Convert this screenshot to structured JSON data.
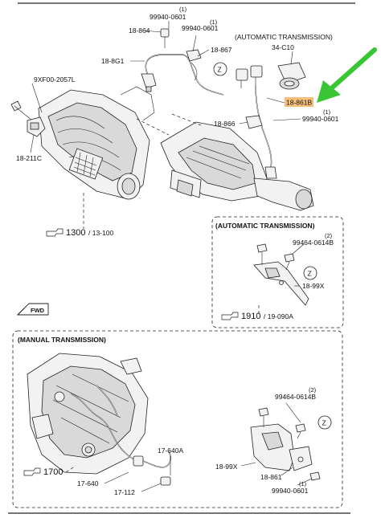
{
  "labels": {
    "p18864": "18-864",
    "p99940_a": "99940-0601",
    "q1_a": "(1)",
    "p99940_b": "99940-0601",
    "q1_b": "(1)",
    "p18867": "18-867",
    "p188g1": "18-8G1",
    "auto_header_top": "(AUTOMATIC TRANSMISSION)",
    "p34c10": "34-C10",
    "p18861b": "18-861B",
    "q1_c": "(1)",
    "p99940_c": "99940-0601",
    "p18866": "18-866",
    "p9xf00": "9XF00-2057L",
    "p18211c": "18-211C",
    "ref1300_num": "1300",
    "ref1300_sub": "/ 13-100",
    "auto_header_box": "(AUTOMATIC TRANSMISSION)",
    "q2_a": "(2)",
    "p99464_a": "99464-0614B",
    "p1899x_a": "18-99X",
    "ref1910_num": "1910",
    "ref1910_sub": "/ 19-090A",
    "manual_header": "(MANUAL TRANSMISSION)",
    "q2_b": "(2)",
    "p99464_b": "99464-0614B",
    "p17640a": "17-640A",
    "ref1700_num": "1700",
    "p17640": "17-640",
    "p17112": "17-112",
    "p1899x_b": "18-99X",
    "p18861": "18-861",
    "q1_d": "(1)",
    "p99940_d": "99940-0601",
    "z_mark": "Z",
    "fwd_mark": "FWD"
  },
  "colors": {
    "highlight": "#f5c07a",
    "arrow": "#39c634"
  },
  "icons": {
    "reference_hand": "pointing-hand-icon",
    "forward_arrow": "forward-arrow-icon",
    "callout_arrow": "green-arrow-icon"
  }
}
